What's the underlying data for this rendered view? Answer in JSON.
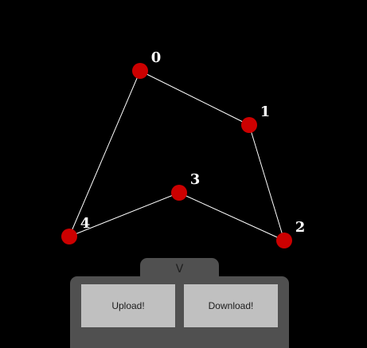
{
  "graph": {
    "edge_color": "#ffffff",
    "node_color": "#cc0000",
    "label_color": "#ffffff",
    "nodes": [
      {
        "id": "0",
        "label": "0"
      },
      {
        "id": "1",
        "label": "1"
      },
      {
        "id": "2",
        "label": "2"
      },
      {
        "id": "3",
        "label": "3"
      },
      {
        "id": "4",
        "label": "4"
      }
    ],
    "edges": [
      [
        "0",
        "1"
      ],
      [
        "1",
        "2"
      ],
      [
        "2",
        "3"
      ],
      [
        "3",
        "4"
      ],
      [
        "4",
        "0"
      ]
    ]
  },
  "panel": {
    "toggle_label": "V",
    "upload_label": "Upload!",
    "download_label": "Download!"
  }
}
